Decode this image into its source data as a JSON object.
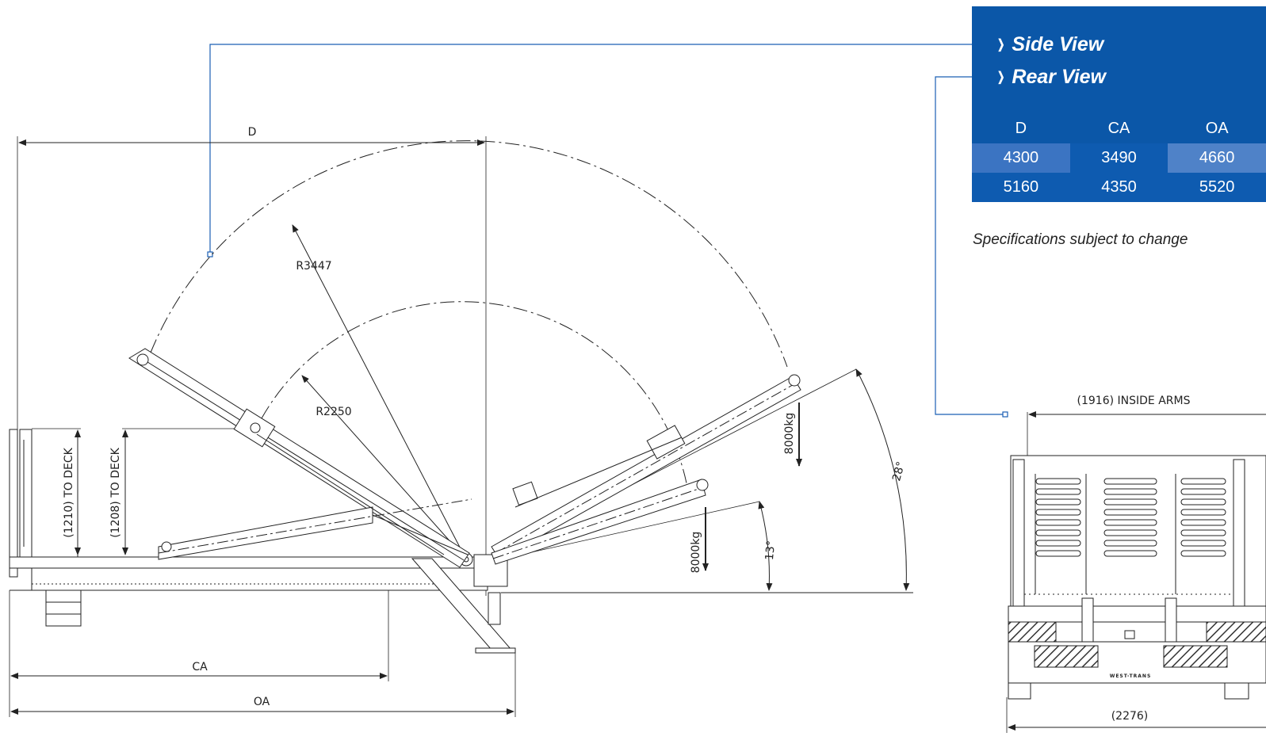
{
  "menu": {
    "side_view": "Side View",
    "rear_view": "Rear View",
    "chevron_icon": "chevron-right-icon"
  },
  "spec_table": {
    "headers": [
      "D",
      "CA",
      "OA"
    ],
    "rows": [
      [
        "4300",
        "3490",
        "4660"
      ],
      [
        "5160",
        "4350",
        "5520"
      ]
    ]
  },
  "note": "Specifications subject to change",
  "side_view": {
    "dim_d": "D",
    "dim_ca": "CA",
    "dim_oa": "OA",
    "radius_outer": "R3447",
    "radius_inner": "R2250",
    "deck_height_1": "(1210) TO DECK",
    "deck_height_2": "(1208) TO DECK",
    "load_1": "8000kg",
    "load_2": "8000kg",
    "angle_1": "28°",
    "angle_2": "13°"
  },
  "rear_view": {
    "inside_arms": "(1916) INSIDE ARMS",
    "overall_width": "(2276)",
    "brand": "WEST-TRANS"
  },
  "colors": {
    "brand_blue": "#0b57a8",
    "cell_light": "#3b74c2",
    "cell_dark": "#0e5bb0",
    "cell_mid": "#4f82c8",
    "line": "#222222",
    "callout": "#1a5fb4"
  }
}
